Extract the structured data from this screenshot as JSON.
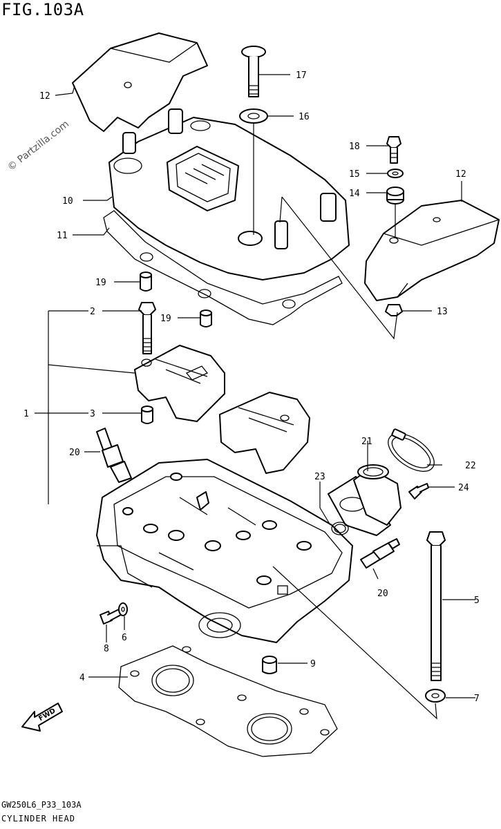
{
  "figure": {
    "title": "FIG.103A",
    "watermark": "© Partzilla.com",
    "footer_code": "GW250L6_P33_103A",
    "footer_name": "CYLINDER HEAD",
    "fwd_label": "FWD"
  },
  "callouts": {
    "c1": "1",
    "c2": "2",
    "c3": "3",
    "c4": "4",
    "c5": "5",
    "c6": "6",
    "c7": "7",
    "c8": "8",
    "c9": "9",
    "c10": "10",
    "c11": "11",
    "c12a": "12",
    "c12b": "12",
    "c13": "13",
    "c14": "14",
    "c15": "15",
    "c16": "16",
    "c17": "17",
    "c18": "18",
    "c19a": "19",
    "c19b": "19",
    "c20a": "20",
    "c20b": "20",
    "c21": "21",
    "c22": "22",
    "c23": "23",
    "c24": "24"
  }
}
